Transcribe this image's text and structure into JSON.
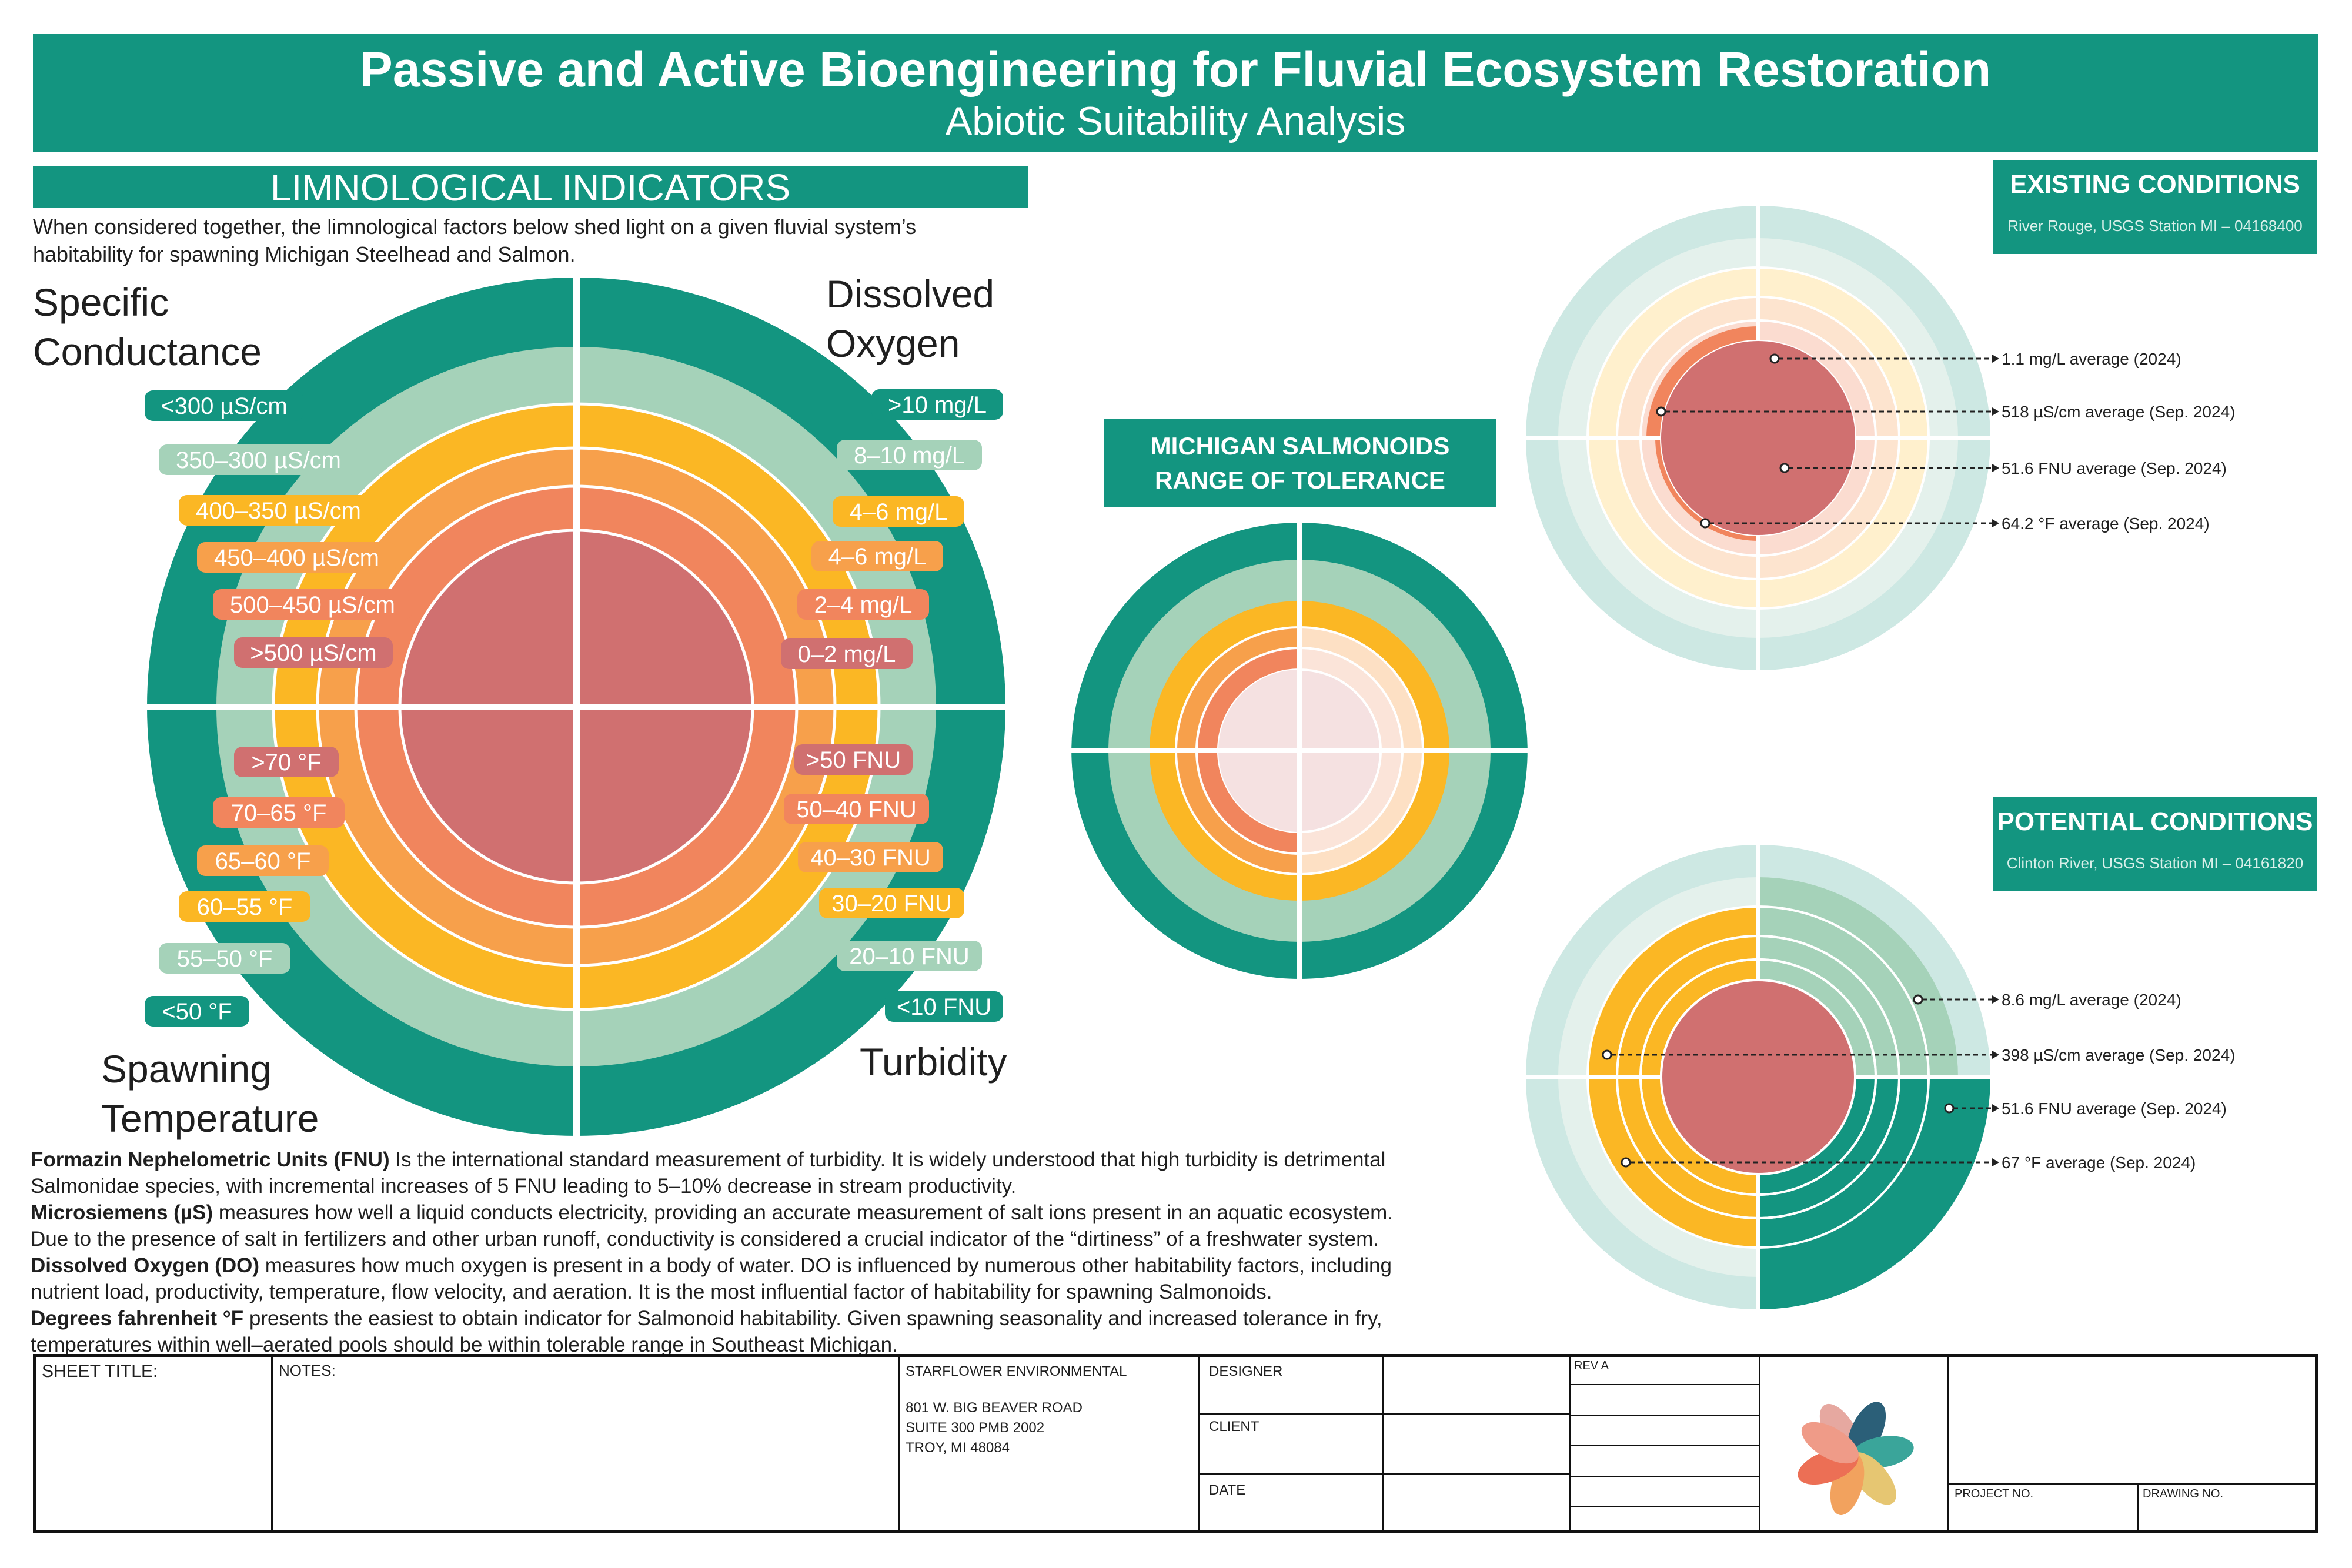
{
  "header": {
    "title": "Passive and Active Bioengineering for Fluvial Ecosystem Restoration",
    "subtitle": "Abiotic Suitability Analysis"
  },
  "limnology": {
    "banner": "LIMNOLOGICAL INDICATORS",
    "intro_line1": "When considered together, the limnological factors below shed light on a given fluvial system’s",
    "intro_line2": "habitability for spawning Michigan Steelhead and Salmon.",
    "quadrants": {
      "tl_1": "Specific",
      "tl_2": "Conductance",
      "tr_1": "Dissolved",
      "tr_2": "Oxygen",
      "bl_1": "Spawning",
      "bl_2": "Temperature",
      "br_1": "Turbidity"
    },
    "conductance_labels": [
      "<300 µS/cm",
      "350–300 µS/cm",
      "400–350 µS/cm",
      "450–400 µS/cm",
      "500–450 µS/cm",
      ">500 µS/cm"
    ],
    "oxygen_labels": [
      ">10 mg/L",
      "8–10 mg/L",
      "4–6 mg/L",
      "4–6 mg/L",
      "2–4 mg/L",
      "0–2 mg/L"
    ],
    "temperature_labels": [
      ">70 °F",
      "70–65 °F",
      "65–60 °F",
      "60–55 °F",
      "55–50 °F",
      "<50 °F"
    ],
    "turbidity_labels": [
      ">50 FNU",
      "50–40 FNU",
      "40–30 FNU",
      "30–20 FNU",
      "20–10 FNU",
      "<10 FNU"
    ],
    "ring_colors": [
      "#139580",
      "#a5d2b9",
      "#fbb724",
      "#f7a04b",
      "#f1855d",
      "#d07070"
    ]
  },
  "definitions": {
    "fnu_term": "Formazin Nephelometric Units (FNU)",
    "fnu_text1": " Is the international standard measurement of turbidity. It is widely understood that high turbidity is detrimental",
    "fnu_text2": "Salmonidae species, with incremental increases of 5 FNU leading to 5–10% decrease in stream productivity.",
    "us_term": "Microsiemens (µS)",
    "us_text1": " measures how well a liquid conducts electricity, providing an accurate measurement of salt ions present in an aquatic ecosystem.",
    "us_text2": "Due to the presence of salt in fertilizers and other urban runoff, conductivity is considered a crucial indicator of the “dirtiness” of a freshwater system.",
    "do_term": "Dissolved Oxygen (DO)",
    "do_text1": " measures how much oxygen is present in a body of water. DO is influenced by numerous other habitability factors, including",
    "do_text2": "nutrient load, productivity, temperature, flow velocity, and aeration. It is the most influential factor of habitability for spawning Salmonoids.",
    "f_term": "Degrees fahrenheit °F",
    "f_text1": " presents the easiest to obtain indicator for Salmonoid habitability. Given spawning seasonality and increased tolerance in fry,",
    "f_text2": "temperatures within well–aerated pools should be within tolerable range in Southeast Michigan."
  },
  "tolerance": {
    "line1": "MICHIGAN SALMONOIDS",
    "line2": "RANGE OF TOLERANCE"
  },
  "existing": {
    "heading": "EXISTING CONDITIONS",
    "station": "River Rouge, USGS Station MI – 04168400",
    "annotations": [
      "1.1 mg/L average (2024)",
      "518 µS/cm average (Sep. 2024)",
      "51.6 FNU average (Sep. 2024)",
      "64.2 °F average (Sep. 2024)"
    ]
  },
  "potential": {
    "heading": "POTENTIAL CONDITIONS",
    "station": "Clinton River, USGS Station MI – 04161820",
    "annotations": [
      "8.6 mg/L average (2024)",
      "398 µS/cm average (Sep. 2024)",
      "51.6 FNU average (Sep. 2024)",
      "67 °F average (Sep. 2024)"
    ]
  },
  "title_block": {
    "sheet_title": "SHEET TITLE:",
    "notes": "NOTES:",
    "company": "STARFLOWER ENVIRONMENTAL",
    "addr1": "801 W. BIG BEAVER ROAD",
    "addr2": "SUITE 300 PMB 2002",
    "addr3": "TROY, MI 48084",
    "designer": "DESIGNER",
    "client": "CLIENT",
    "date": "DATE",
    "rev": "REV A",
    "project_no": "PROJECT NO.",
    "drawing_no": "DRAWING NO."
  }
}
